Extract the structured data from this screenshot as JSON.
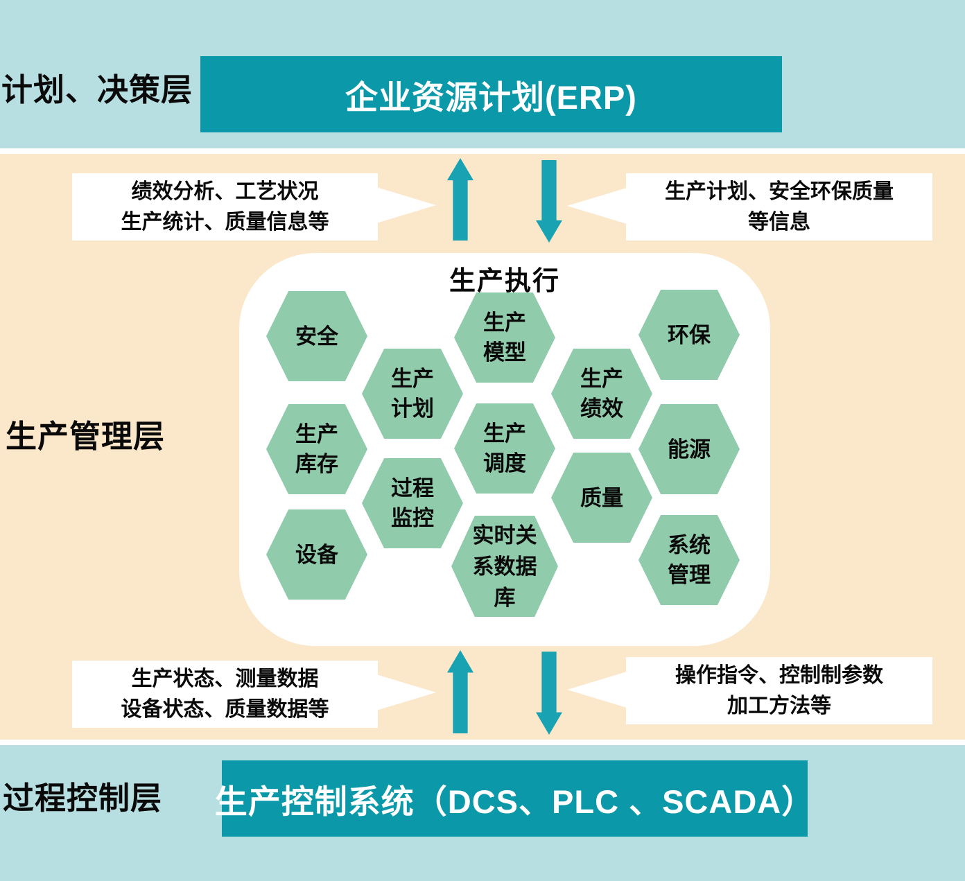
{
  "colors": {
    "band_blue": "#b7dee1",
    "band_cream": "#fbe7c9",
    "teal_box": "#0b99a9",
    "arrow_teal": "#18a2b2",
    "hex_green": "#90cbab",
    "text_black": "#0a0a0a",
    "white": "#ffffff"
  },
  "layers": {
    "planning": {
      "label": "计划、决策层",
      "box": "企业资源计划(ERP)"
    },
    "management": {
      "label": "生产管理层",
      "container_title": "生产执行"
    },
    "control": {
      "label": "过程控制层",
      "box": "生产控制系统（DCS、PLC 、SCADA）"
    }
  },
  "callouts": {
    "top_left": {
      "line1": "绩效分析、工艺状况",
      "line2": "生产统计、质量信息等"
    },
    "top_right": {
      "line1": "生产计划、安全环保质量",
      "line2": "等信息"
    },
    "bottom_left": {
      "line1": "生产状态、测量数据",
      "line2": "设备状态、质量数据等"
    },
    "bottom_right": {
      "line1": "操作指令、控制制参数",
      "line2": "加工方法等"
    }
  },
  "hexagons": [
    {
      "label": "安全"
    },
    {
      "label": "生产\n模型"
    },
    {
      "label": "环保"
    },
    {
      "label": "生产\n计划"
    },
    {
      "label": "生产\n绩效"
    },
    {
      "label": "生产\n库存"
    },
    {
      "label": "生产\n调度"
    },
    {
      "label": "能源"
    },
    {
      "label": "过程\n监控"
    },
    {
      "label": "质量"
    },
    {
      "label": "设备"
    },
    {
      "label": "实时关\n系数据\n库"
    },
    {
      "label": "系统\n管理"
    }
  ],
  "icons": {
    "up_arrow": "up-arrow",
    "down_arrow": "down-arrow"
  }
}
